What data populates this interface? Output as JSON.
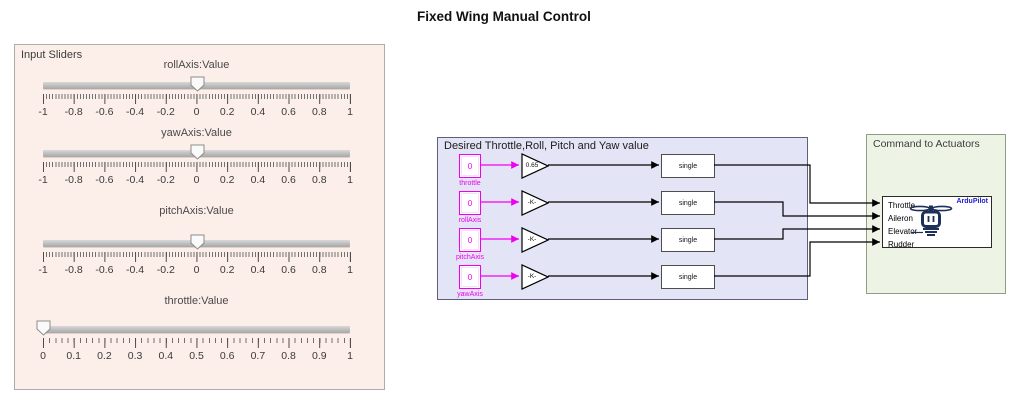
{
  "title": "Fixed Wing Manual Control",
  "colors": {
    "sliders_panel_bg": "#fcefe9",
    "diagram_panel_bg": "#e4e4f7",
    "actuators_panel_bg": "#eef4e5",
    "signal_magenta": "#f000f0",
    "brand_blue": "#2020cf",
    "icon_navy": "#1d3059",
    "track_gray": "#a6a6a6"
  },
  "sliders_panel": {
    "title": "Input Sliders",
    "items": [
      {
        "label": "rollAxis:Value",
        "value": 0,
        "thumb_percent": 50,
        "ticks": [
          "-1",
          "-0.8",
          "-0.6",
          "-0.4",
          "-0.2",
          "0",
          "0.2",
          "0.4",
          "0.6",
          "0.8",
          "1"
        ]
      },
      {
        "label": "yawAxis:Value",
        "value": 0,
        "thumb_percent": 50,
        "ticks": [
          "-1",
          "-0.8",
          "-0.6",
          "-0.4",
          "-0.2",
          "0",
          "0.2",
          "0.4",
          "0.6",
          "0.8",
          "1"
        ]
      },
      {
        "label": "pitchAxis:Value",
        "value": 0,
        "thumb_percent": 50,
        "ticks": [
          "-1",
          "-0.8",
          "-0.6",
          "-0.4",
          "-0.2",
          "0",
          "0.2",
          "0.4",
          "0.6",
          "0.8",
          "1"
        ]
      },
      {
        "label": "throttle:Value",
        "value": 0,
        "thumb_percent": 0,
        "ticks": [
          "0",
          "0.1",
          "0.2",
          "0.3",
          "0.4",
          "0.5",
          "0.6",
          "0.7",
          "0.8",
          "0.9",
          "1"
        ]
      }
    ]
  },
  "diagram_panel": {
    "title": "Desired Throttle,Roll, Pitch and Yaw value",
    "rows": [
      {
        "source_value": "0",
        "source_label": "throttle",
        "gain": "0.65",
        "cast": "single"
      },
      {
        "source_value": "0",
        "source_label": "rollAxis",
        "gain": "-K-",
        "cast": "single"
      },
      {
        "source_value": "0",
        "source_label": "pitchAxis",
        "gain": "-K-",
        "cast": "single"
      },
      {
        "source_value": "0",
        "source_label": "yawAxis",
        "gain": "-K-",
        "cast": "single"
      }
    ]
  },
  "actuators_panel": {
    "title": "Command to Actuators",
    "block": {
      "brand": "ArduPilot",
      "ports": [
        "Throttle",
        "Aileron",
        "Elevator",
        "Rudder"
      ]
    }
  }
}
